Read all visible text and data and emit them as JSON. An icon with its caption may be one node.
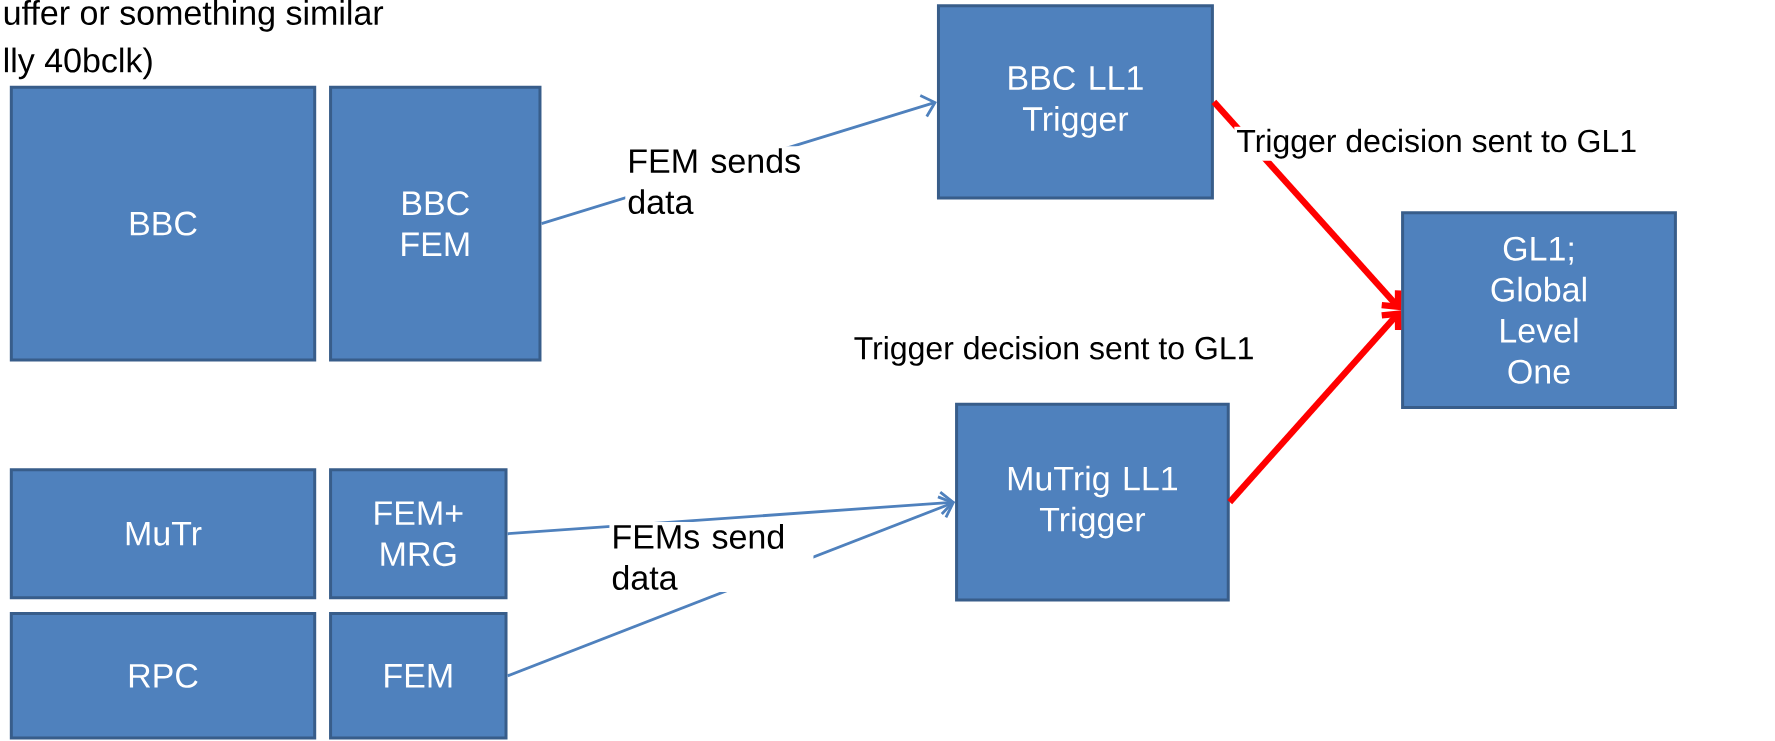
{
  "diagram": {
    "nodes": [
      {
        "text": [
          "BBC"
        ]
      },
      {
        "text": [
          "BBC FEM"
        ]
      },
      {
        "text": [
          "BBC LL1 Trigger"
        ]
      },
      {
        "text": [
          "GL1; Global Level One"
        ]
      },
      {
        "text": [
          "MuTrig LL1 Trigger"
        ]
      },
      {
        "text": [
          "MuTr"
        ]
      },
      {
        "text": [
          "FEM+ MRG"
        ]
      },
      {
        "text": [
          "RPC"
        ]
      },
      {
        "text": [
          "FEM"
        ]
      }
    ],
    "edges": [
      {
        "from": 1,
        "to": 2,
        "arrow": "to",
        "label": "FEM sends data"
      },
      {
        "from": 2,
        "to": 3,
        "arrow": "to",
        "label": "Trigger decision sent to GL1",
        "style": "thick",
        "color": "#ff0000"
      },
      {
        "from": 6,
        "to": 4,
        "arrow": "to",
        "label": "FEMs send data"
      },
      {
        "from": 8,
        "to": 4,
        "arrow": "to"
      },
      {
        "from": 4,
        "to": 3,
        "arrow": "to",
        "label": "Trigger decision sent to GL1",
        "style": "thick",
        "color": "#ff0000"
      }
    ],
    "labels": [
      "uffer or something similar",
      "lly 40bclk)"
    ]
  }
}
